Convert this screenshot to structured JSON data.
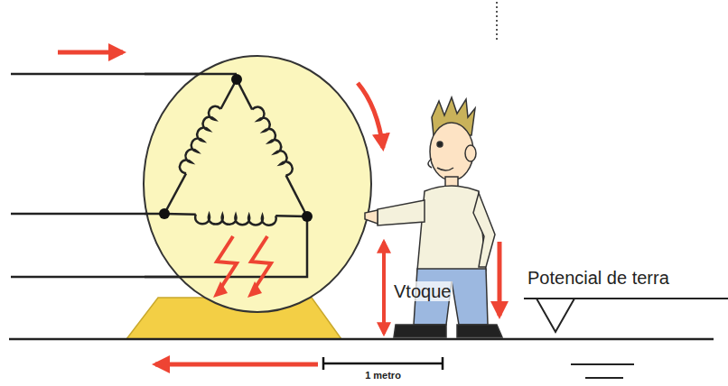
{
  "diagram": {
    "labels": [
      "Vtoque",
      "Potencial de terra",
      "1 metro"
    ]
  }
}
